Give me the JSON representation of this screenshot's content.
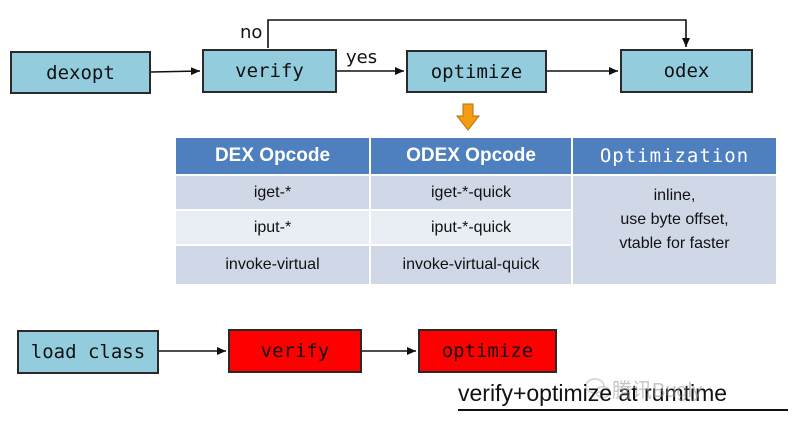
{
  "top_flow": {
    "dexopt": "dexopt",
    "verify": "verify",
    "optimize": "optimize",
    "odex": "odex",
    "label_yes": "yes",
    "label_no": "no"
  },
  "table": {
    "headers": [
      "DEX Opcode",
      "ODEX Opcode",
      "Optimization"
    ],
    "rows": [
      [
        "iget-*",
        "iget-*-quick"
      ],
      [
        "iput-*",
        "iput-*-quick"
      ],
      [
        "invoke-virtual",
        "invoke-virtual-quick"
      ]
    ],
    "optimization_lines": [
      "inline,",
      "use byte offset,",
      "vtable for faster"
    ]
  },
  "bottom_flow": {
    "load_class": "load class",
    "verify": "verify",
    "optimize": "optimize",
    "caption": "verify+optimize at rumtime"
  },
  "watermark": "腾讯Bugly",
  "colors": {
    "box_teal": "#93cddd",
    "box_red": "#ff0000",
    "table_header": "#4e7fbf",
    "row_dark": "#d0d8e8",
    "row_light": "#e9edf4",
    "down_arrow": "#f39c12"
  },
  "icons": [
    "wechat-icon"
  ]
}
